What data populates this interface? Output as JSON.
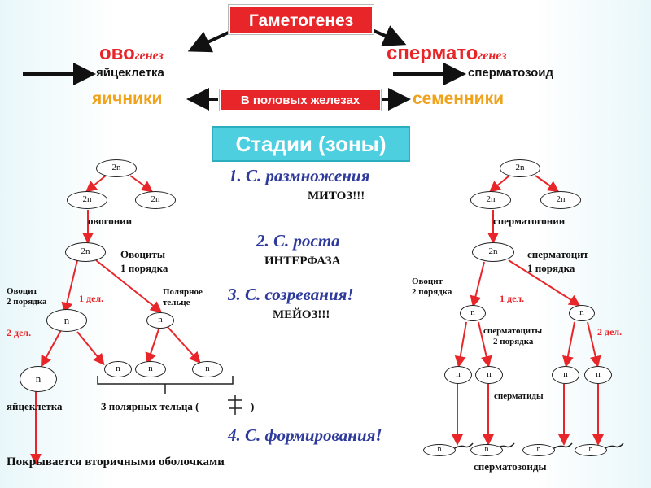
{
  "header": {
    "title": "Гаметогенез"
  },
  "ovo": {
    "prefix": "ово",
    "suffix": "генез",
    "product": "яйцеклетка",
    "gonad": "яичники"
  },
  "sperm": {
    "prefix": "спермато",
    "suffix": "генез",
    "product": "сперматозоид",
    "gonad": "семенники"
  },
  "gonads_box": "В половых железах",
  "stages_box": "Стадии (зоны)",
  "stages": [
    {
      "label": "1.   С. размножения",
      "sub": "МИТОЗ!!!"
    },
    {
      "label": "2. С. роста",
      "sub": "ИНТЕРФАЗА"
    },
    {
      "label": "3. С. созревания!",
      "sub": "МЕЙОЗ!!!"
    },
    {
      "label": "4. С. формирования!"
    }
  ],
  "node_labels": {
    "diploid": "2n",
    "haploid": "n"
  },
  "left": {
    "oogonia": "овогонии",
    "oocyte1": [
      "Овоциты",
      "1 порядка"
    ],
    "oocyte2": [
      "Овоцит",
      "2 порядка"
    ],
    "polar_body": [
      "Полярное",
      "тельце"
    ],
    "div1": "1 дел.",
    "div2": "2 дел.",
    "egg": "яйцеклетка",
    "polar_bodies": "3 полярных тельца (",
    "polar_bodies_close": ")",
    "bottom_note": "Покрывается вторичными оболочками"
  },
  "right": {
    "spermatogonia": "сперматогонии",
    "spermatocyte1": [
      "сперматоцит",
      "1 порядка"
    ],
    "oocyte2": [
      "Овоцит",
      "2 порядка"
    ],
    "div1": "1 дел.",
    "div2": "2 дел.",
    "spermatocytes2": [
      "сперматоциты",
      "2 порядка"
    ],
    "spermatids": "сперматиды",
    "spermatozoa": "сперматозоиды"
  }
}
